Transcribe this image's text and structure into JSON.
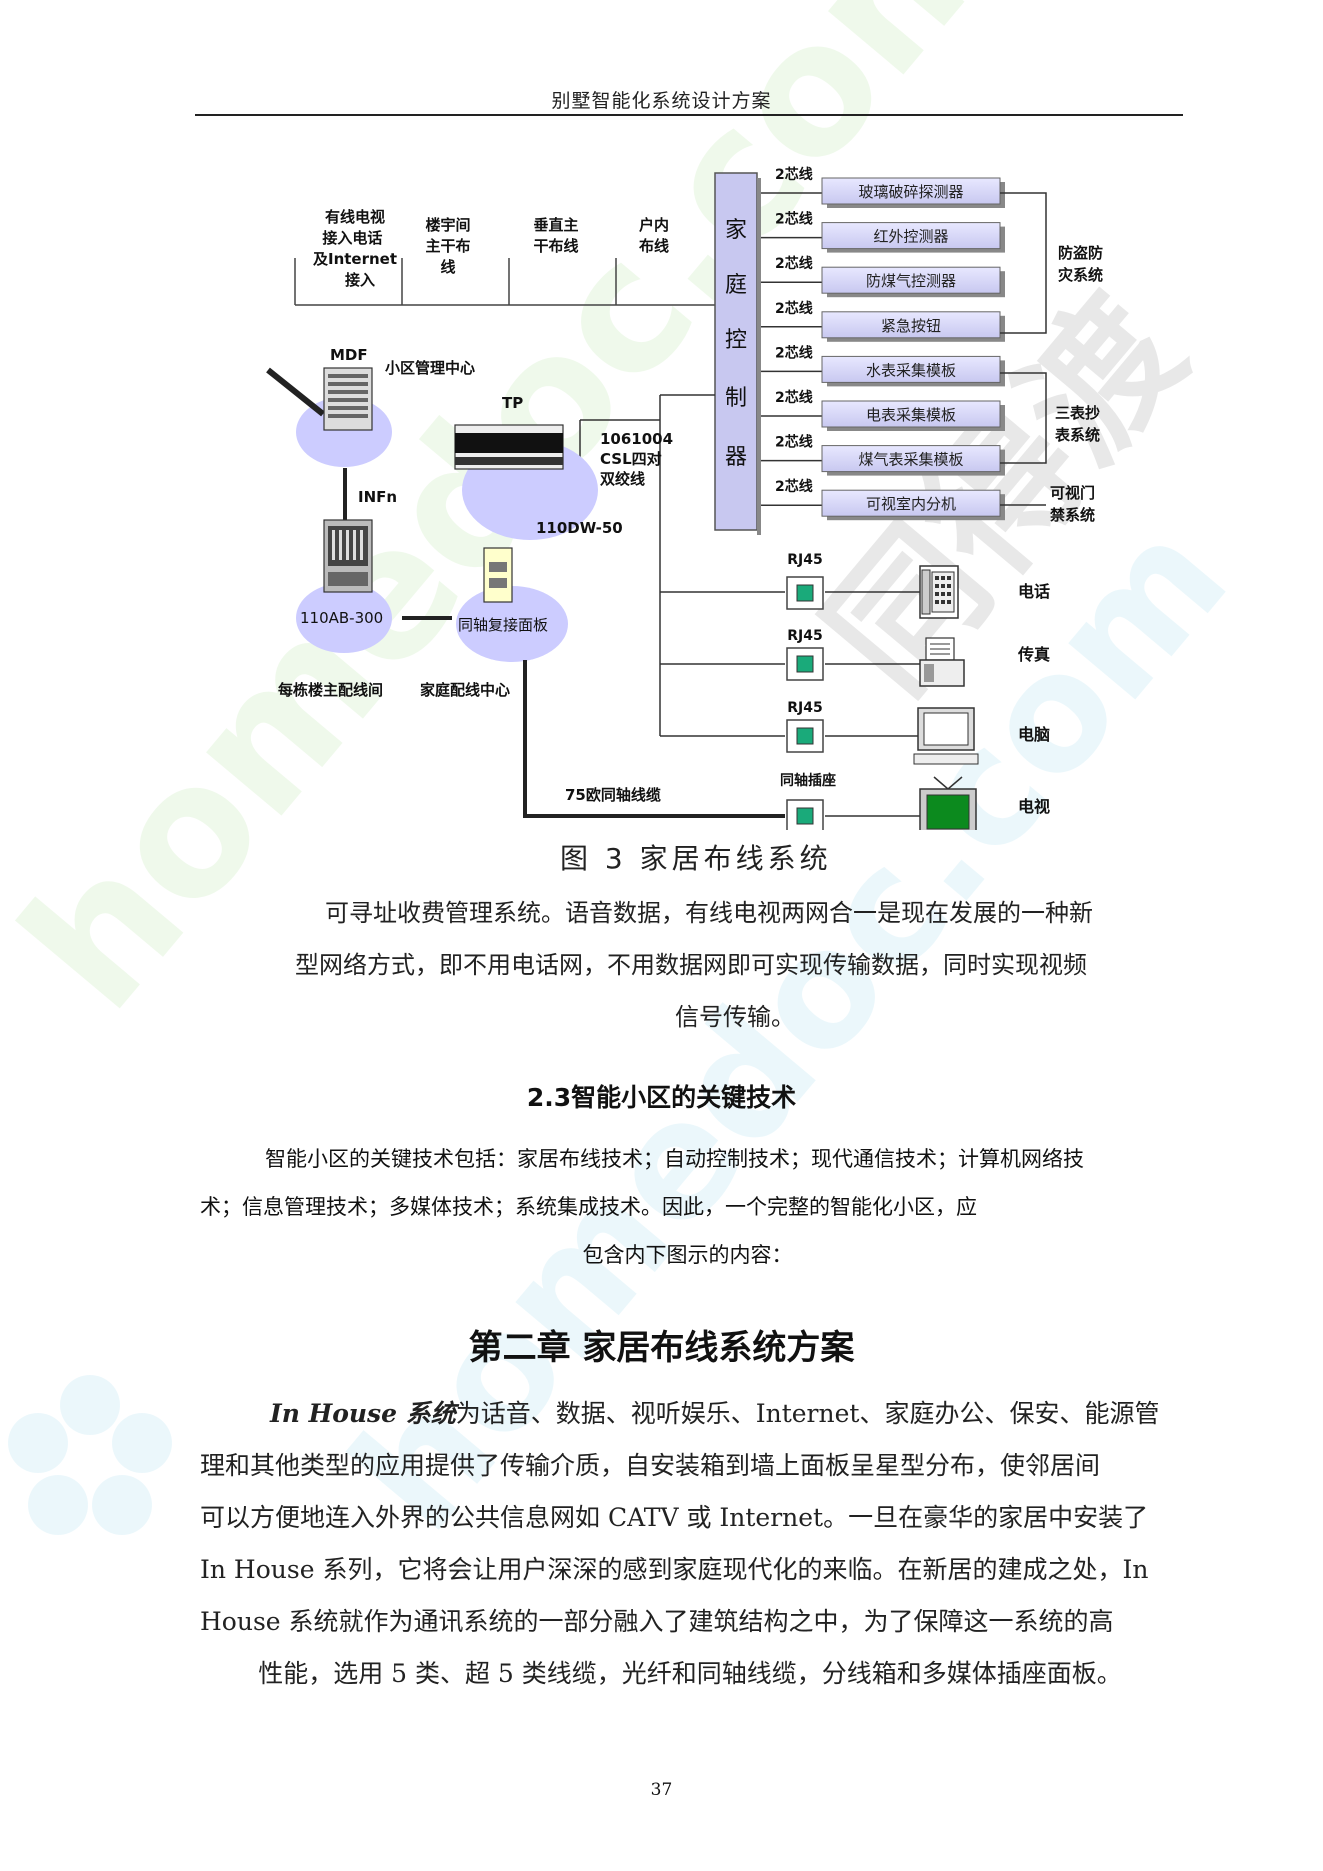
{
  "header": {
    "title": "别墅智能化系统设计方案"
  },
  "figure": {
    "caption": "图 3    家居布线系统",
    "segments": [
      "有线电视\n接入电话\n及Internet\n接入",
      "楼宇间\n主干布\n线",
      "垂直主\n干布线",
      "户内\n布线"
    ],
    "controller": [
      "家",
      "庭",
      "控",
      "制",
      "器"
    ],
    "wire_label": "2芯线",
    "devices": [
      "玻璃破碎探测器",
      "红外控测器",
      "防煤气控测器",
      "紧急按钮",
      "水表采集模板",
      "电表采集模板",
      "煤气表采集模板",
      "可视室内分机"
    ],
    "groups": [
      "防盗防\n灾系统",
      "三表抄\n表系统",
      "可视门\n禁系统"
    ],
    "mdf": "MDF",
    "mgmt_center": "小区管理中心",
    "tp": "TP",
    "cable": "1061004\nCSL四对\n双绞线",
    "dw": "110DW-50",
    "infn": "INFn",
    "ab": "110AB-300",
    "coax_panel": "同轴复接面板",
    "floor_label": "每栋楼主配线间",
    "home_label": "家庭配线中心",
    "rj45": "RJ45",
    "terminals": [
      "电话",
      "传真",
      "电脑",
      "电视"
    ],
    "coax_socket": "同轴插座",
    "coax_cable": "75欧同轴线缆"
  },
  "para1": {
    "line1": "可寻址收费管理系统。语音数据，有线电视两网合一是现在发展的一种新",
    "line2": "型网络方式，即不用电话网，不用数据网即可实现传输数据，同时实现视频",
    "line3": "信号传输。"
  },
  "section": {
    "title": "2.3智能小区的关键技术"
  },
  "para2": {
    "line1": "智能小区的关键技术包括：家居布线技术；自动控制技术；现代通信技术；计算机网络技",
    "line2": "术；信息管理技术；多媒体技术；系统集成技术。因此，一个完整的智能化小区，应",
    "line3": "包含内下图示的内容："
  },
  "chapter": {
    "title": "第二章  家居布线系统方案"
  },
  "para3": {
    "lead": "In House  系统",
    "line1": "为话音、数据、视听娱乐、Internet、家庭办公、保安、能源管",
    "line2": "理和其他类型的应用提供了传输介质，自安装箱到墙上面板呈星型分布，使邻居间",
    "line3": "可以方便地连入外界的公共信息网如 CATV 或 Internet。一旦在豪华的家居中安装了",
    "line4": "In House 系列，它将会让用户深深的感到家庭现代化的来临。在新居的建成之处，In",
    "line5": "House 系统就作为通讯系统的一部分融入了建筑结构之中，为了保障这一系统的高",
    "line6": "性能，选用 5 类、超 5 类线缆，光纤和同轴线缆，分线箱和多媒体插座面板。"
  },
  "page": {
    "number": "37"
  },
  "watermark": {
    "text1": "homedoc.com",
    "text2": "同得渡"
  }
}
